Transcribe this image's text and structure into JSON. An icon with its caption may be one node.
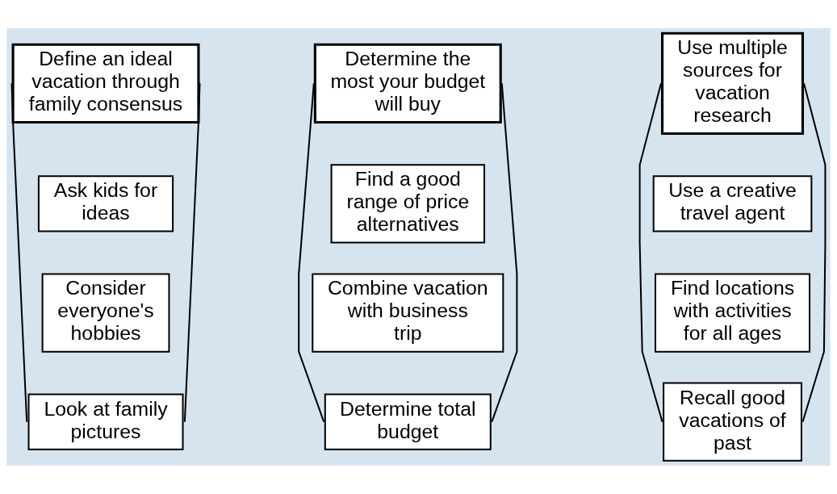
{
  "diagram": {
    "nodes": [
      {
        "text": [
          "Define an ideal vacation through family consensus"
        ]
      },
      {
        "text": [
          "Ask kids for ideas"
        ]
      },
      {
        "text": [
          "Consider everyone's hobbies"
        ]
      },
      {
        "text": [
          "Look at family pictures"
        ]
      },
      {
        "text": [
          "Determine the most your budget will buy"
        ]
      },
      {
        "text": [
          "Find a good range of price alternatives"
        ]
      },
      {
        "text": [
          "Combine vacation with business trip"
        ]
      },
      {
        "text": [
          "Determine total budget"
        ]
      },
      {
        "text": [
          "Use multiple sources for vacation research"
        ]
      },
      {
        "text": [
          "Use a creative travel agent"
        ]
      },
      {
        "text": [
          "Find locations with activities for all ages"
        ]
      },
      {
        "text": [
          "Recall good vacations of past"
        ]
      }
    ],
    "edges": [
      {
        "from": 0,
        "to": 3,
        "arrow": "none"
      },
      {
        "from": 0,
        "to": 3,
        "arrow": "none"
      },
      {
        "from": 4,
        "to": 7,
        "arrow": "none"
      },
      {
        "from": 4,
        "to": 7,
        "arrow": "none"
      },
      {
        "from": 8,
        "to": 11,
        "arrow": "none"
      },
      {
        "from": 8,
        "to": 11,
        "arrow": "none"
      }
    ]
  }
}
